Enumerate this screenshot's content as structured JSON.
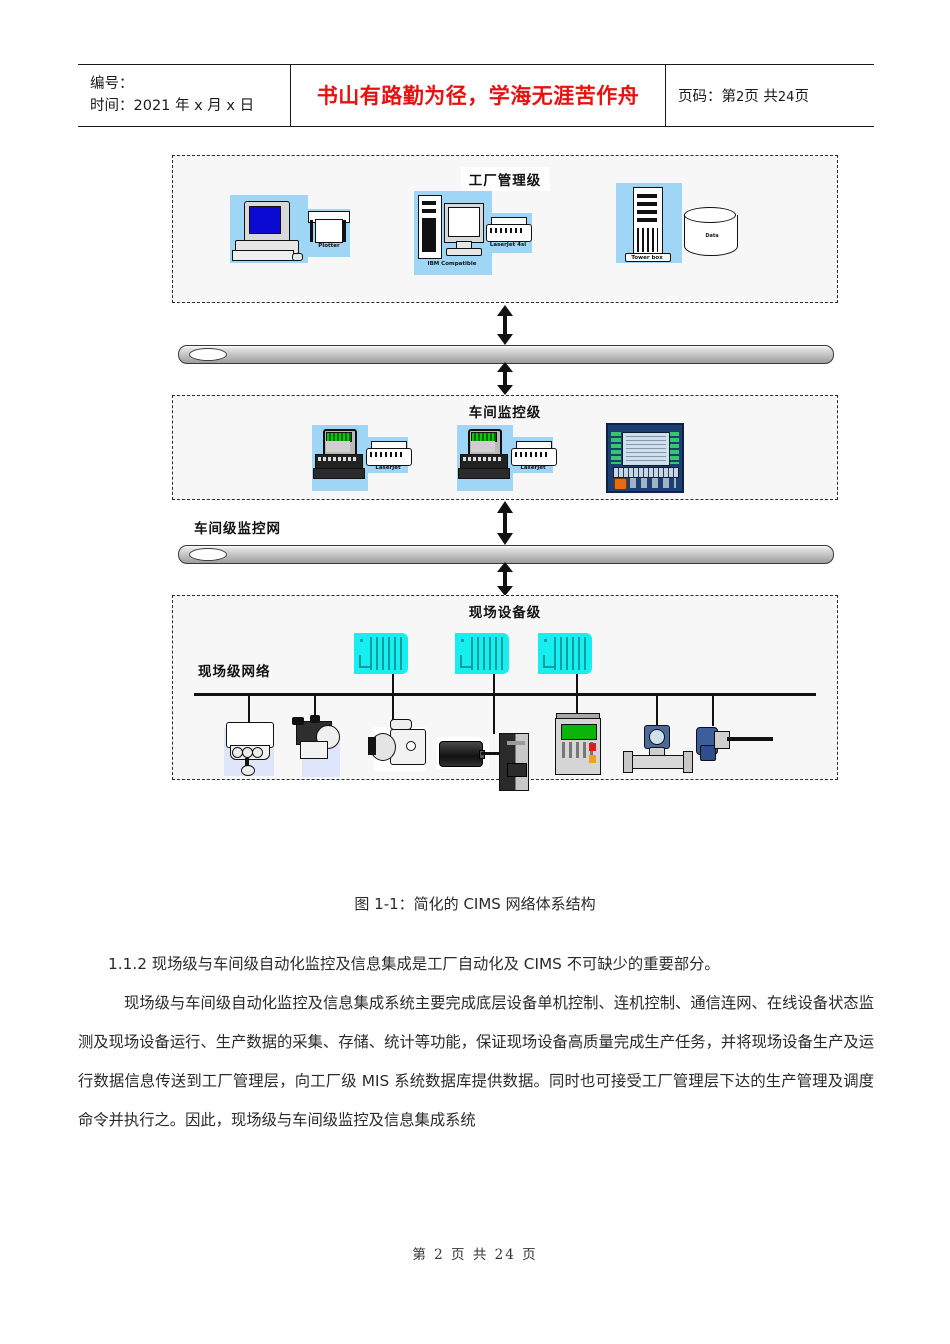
{
  "header": {
    "label_number": "编号：",
    "label_date": "时间：2021 年 x 月 x 日",
    "motto": "书山有路勤为径，学海无涯苦作舟",
    "page_info_prefix": "页码：第",
    "page_current": "2",
    "page_mid": "页 共",
    "page_total": "24",
    "page_suffix": "页"
  },
  "figure": {
    "caption": "图 1-1：简化的 CIMS 网络体系结构",
    "bands": [
      {
        "id": "factory",
        "title": "工厂管理级"
      },
      {
        "id": "shop",
        "title": "车间监控级"
      },
      {
        "id": "field",
        "title": "现场设备级"
      }
    ],
    "networks": [
      {
        "id": "plant-bus",
        "label": ""
      },
      {
        "id": "shop-bus",
        "label": "车间级监控网"
      },
      {
        "id": "field-bus",
        "label": "现场级网络"
      }
    ],
    "factory_devices": [
      {
        "name": "workstation-plotter",
        "label": "Plotter"
      },
      {
        "name": "desktop-pc-printer",
        "label": "IBM Compatible",
        "sub_label": "LaserJet 4si"
      },
      {
        "name": "server-tower-database",
        "label": "Tower box",
        "sub_label": "Data"
      }
    ],
    "shop_devices": [
      {
        "name": "industrial-terminal-1",
        "label": "LaserJet"
      },
      {
        "name": "industrial-terminal-2",
        "label": "LaserJet"
      },
      {
        "name": "cnc-operator-panel",
        "label": ""
      }
    ],
    "plc_count": 3,
    "field_devices": [
      {
        "name": "control-valve"
      },
      {
        "name": "pneumatic-actuator"
      },
      {
        "name": "rotary-valve"
      },
      {
        "name": "servo-motor-drive"
      },
      {
        "name": "operator-terminal"
      },
      {
        "name": "flow-meter"
      },
      {
        "name": "temperature-transmitter"
      }
    ]
  },
  "body": {
    "paragraph_1": "1.1.2 现场级与车间级自动化监控及信息集成是工厂自动化及 CIMS 不可缺少的重要部分。",
    "paragraph_2": "现场级与车间级自动化监控及信息集成系统主要完成底层设备单机控制、连机控制、通信连网、在线设备状态监测及现场设备运行、生产数据的采集、存储、统计等功能，保证现场设备高质量完成生产任务，并将现场设备生产及运行数据信息传送到工厂管理层，向工厂级 MIS 系统数据库提供数据。同时也可接受工厂管理层下达的生产管理及调度命令并执行之。因此，现场级与车间级监控及信息集成系统"
  },
  "footer": {
    "text": "第 2 页 共 24 页"
  },
  "colors": {
    "motto_red": "#e8110f",
    "plc_cyan": "#15efef",
    "clipart_blue": "#9fd5f5",
    "screen_blue": "#0a0ad2"
  }
}
